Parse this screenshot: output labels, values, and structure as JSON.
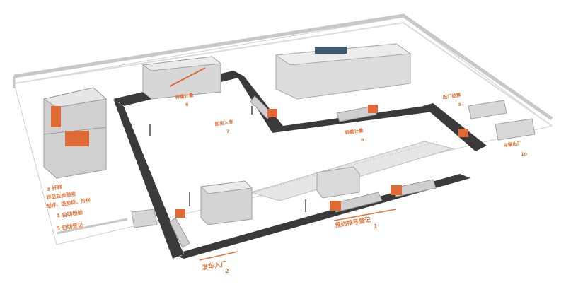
{
  "accent_color": "#e4743a",
  "road_color": "#3a3a3a",
  "building_color": "#d6d6d6",
  "truck_cab_color": "#e06a35",
  "labels": {
    "step1_title": "预约排号登记",
    "step1_num": "1",
    "step2_title": "发车入厂",
    "step2_num": "2",
    "step3_line1": "3 扦样",
    "step3_line2": "样品在检验室",
    "step3_line3": "制样、送检样、传样",
    "step4": "4 自助检验",
    "step5": "5 自助登记",
    "step6_title": "称重计量",
    "step6_num": "6",
    "step7_title": "卸货入库",
    "step7_num": "7",
    "step8_title": "称重计量",
    "step8_num": "8",
    "step9_title": "出厂结算",
    "step9_num": "9",
    "step10_title": "车辆出厂",
    "step10_num": "10"
  },
  "icons": [
    "truck-icon",
    "gate-barrier-icon",
    "warehouse-icon",
    "lab-building-icon",
    "weighbridge-icon"
  ]
}
